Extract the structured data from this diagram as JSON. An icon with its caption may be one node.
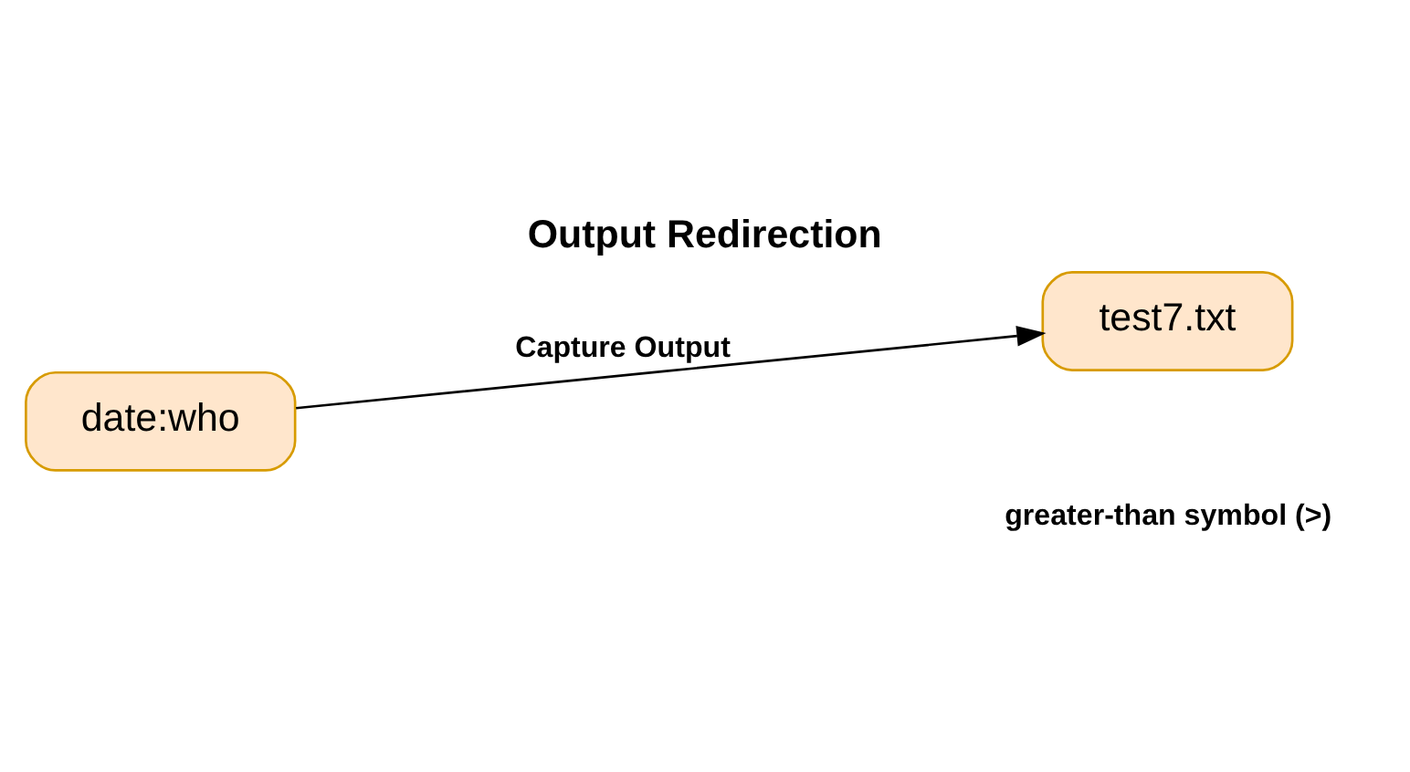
{
  "diagram": {
    "title": "Output Redirection",
    "nodes": [
      {
        "text": [
          "date:who"
        ]
      },
      {
        "text": [
          "test7.txt"
        ]
      }
    ],
    "edges": [
      {
        "from": 0,
        "to": 1,
        "arrow": "to",
        "label": "Capture Output"
      }
    ],
    "labels": [
      "greater-than symbol (>)"
    ]
  }
}
